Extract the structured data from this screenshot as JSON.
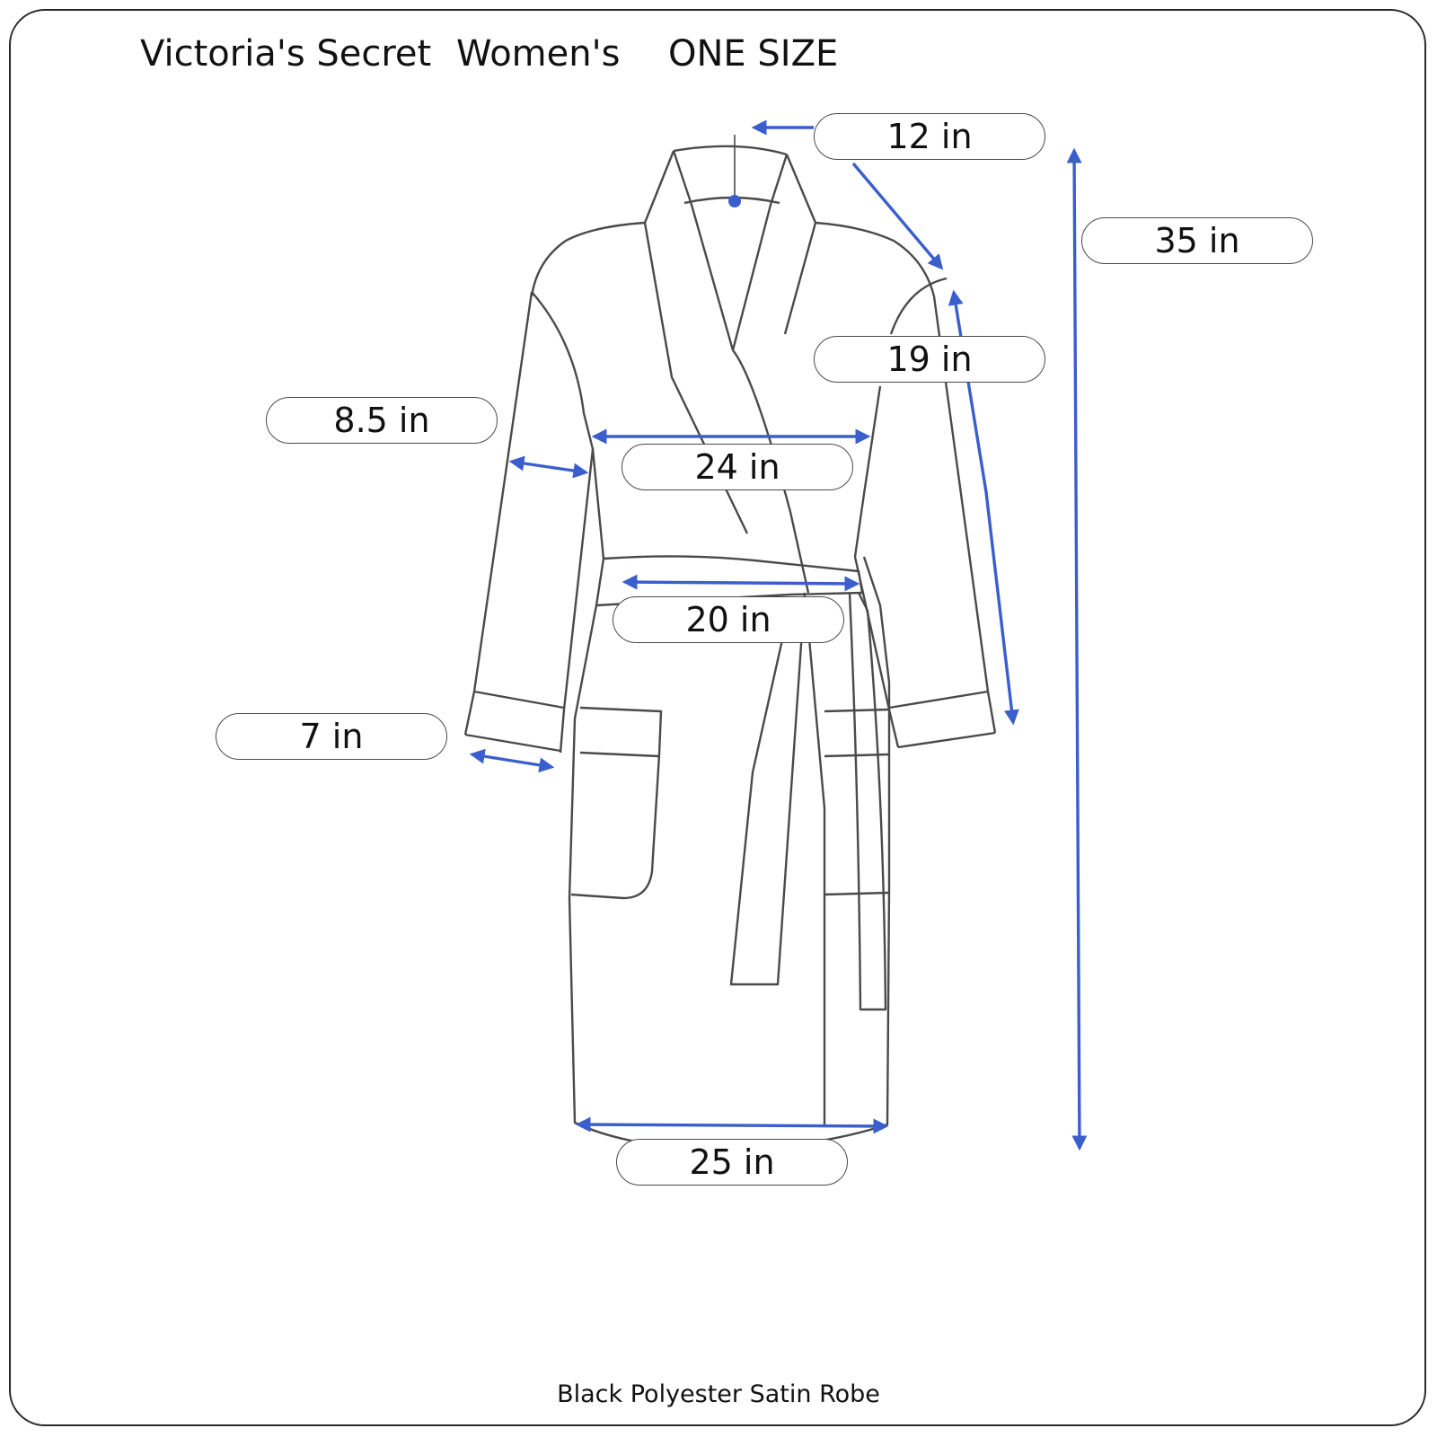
{
  "header": {
    "brand": "Victoria's Secret",
    "gender": "Women's",
    "size": "ONE SIZE"
  },
  "measurements": {
    "neck": "12 in",
    "length": "35 in",
    "sleeve": "19 in",
    "bicep": "8.5 in",
    "chest": "24 in",
    "waist": "20 in",
    "cuff": "7 in",
    "hem": "25 in"
  },
  "caption": "Black Polyester Satin Robe",
  "colors": {
    "outline": "#4a4a4a",
    "measure": "#3a5fcd"
  }
}
